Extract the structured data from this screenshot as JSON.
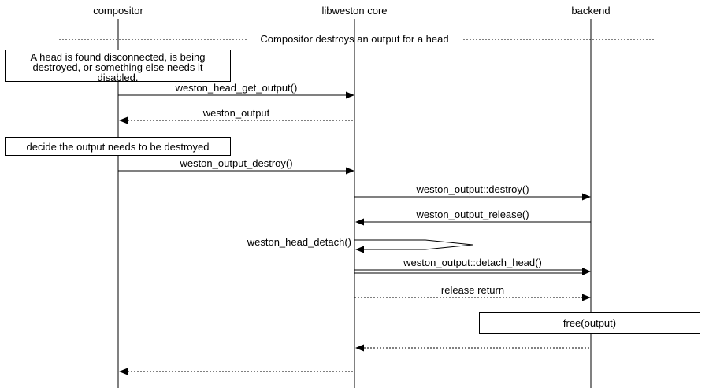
{
  "actors": [
    {
      "label": "compositor"
    },
    {
      "label": "libweston core"
    },
    {
      "label": "backend"
    }
  ],
  "divider": {
    "label": "Compositor destroys an output for a head"
  },
  "notes": {
    "head_disconnected": {
      "line1": "A head is found disconnected, is being",
      "line2": "destroyed, or something else needs it",
      "line3": "disabled."
    },
    "decide_destroy": {
      "text": "decide the output needs to be destroyed"
    },
    "free_output": {
      "text": "free(output)"
    }
  },
  "messages": {
    "head_get_output": "weston_head_get_output()",
    "weston_output_return": "weston_output",
    "output_destroy": "weston_output_destroy()",
    "output_destroy_vfunc": "weston_output::destroy()",
    "output_release": "weston_output_release()",
    "head_detach": "weston_head_detach()",
    "detach_head_vfunc": "weston_output::detach_head()",
    "release_return": "release return"
  },
  "colors": {
    "line": "#000000",
    "background": "#ffffff"
  }
}
